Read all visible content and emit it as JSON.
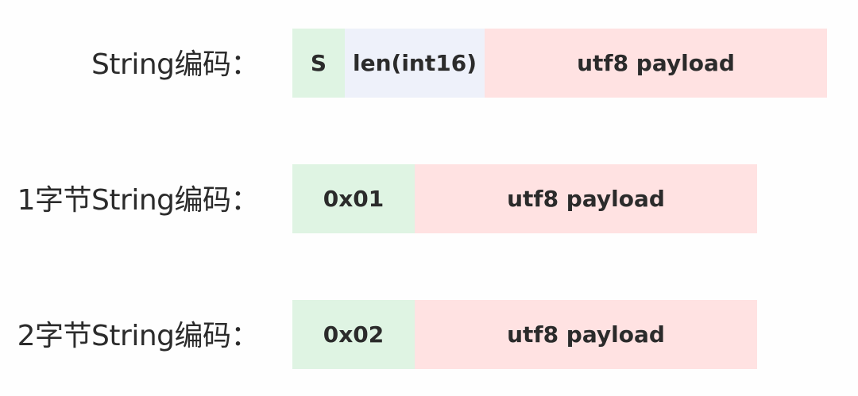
{
  "rows": [
    {
      "label": "String编码：",
      "segments": [
        {
          "text": "S",
          "color": "#dff4e3"
        },
        {
          "text": "len(int16)",
          "color": "#eef1fa"
        },
        {
          "text": "utf8 payload",
          "color": "#ffe2e2"
        }
      ]
    },
    {
      "label": "1字节String编码：",
      "segments": [
        {
          "text": "0x01",
          "color": "#dff4e3"
        },
        {
          "text": "utf8 payload",
          "color": "#ffe2e2"
        }
      ]
    },
    {
      "label": "2字节String编码：",
      "segments": [
        {
          "text": "0x02",
          "color": "#dff4e3"
        },
        {
          "text": "utf8 payload",
          "color": "#ffe2e2"
        }
      ]
    }
  ]
}
